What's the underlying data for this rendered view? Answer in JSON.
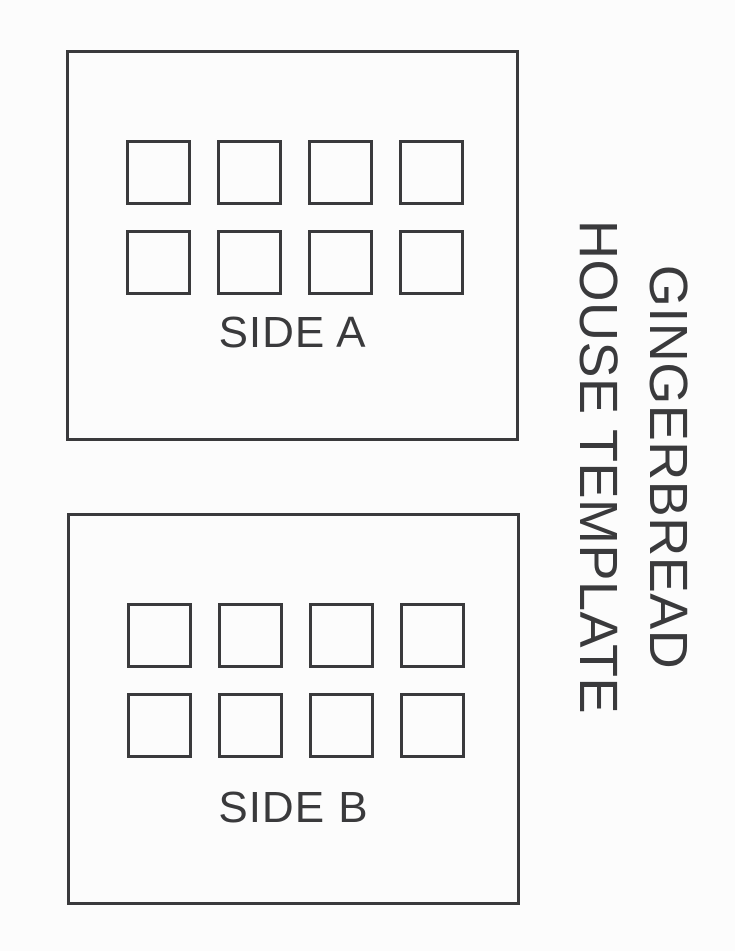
{
  "title": {
    "lines": [
      "GINGERBREAD",
      "HOUSE TEMPLATE"
    ],
    "orientation": "rotated-90-clockwise"
  },
  "panels": [
    {
      "id": "side-a",
      "label": "SIDE A",
      "windows": 8,
      "window_rows": 2,
      "window_cols": 4
    },
    {
      "id": "side-b",
      "label": "SIDE B",
      "windows": 8,
      "window_rows": 2,
      "window_cols": 4
    }
  ],
  "colors": {
    "ink": "#3a3a3c",
    "background": "#fcfcfc"
  }
}
